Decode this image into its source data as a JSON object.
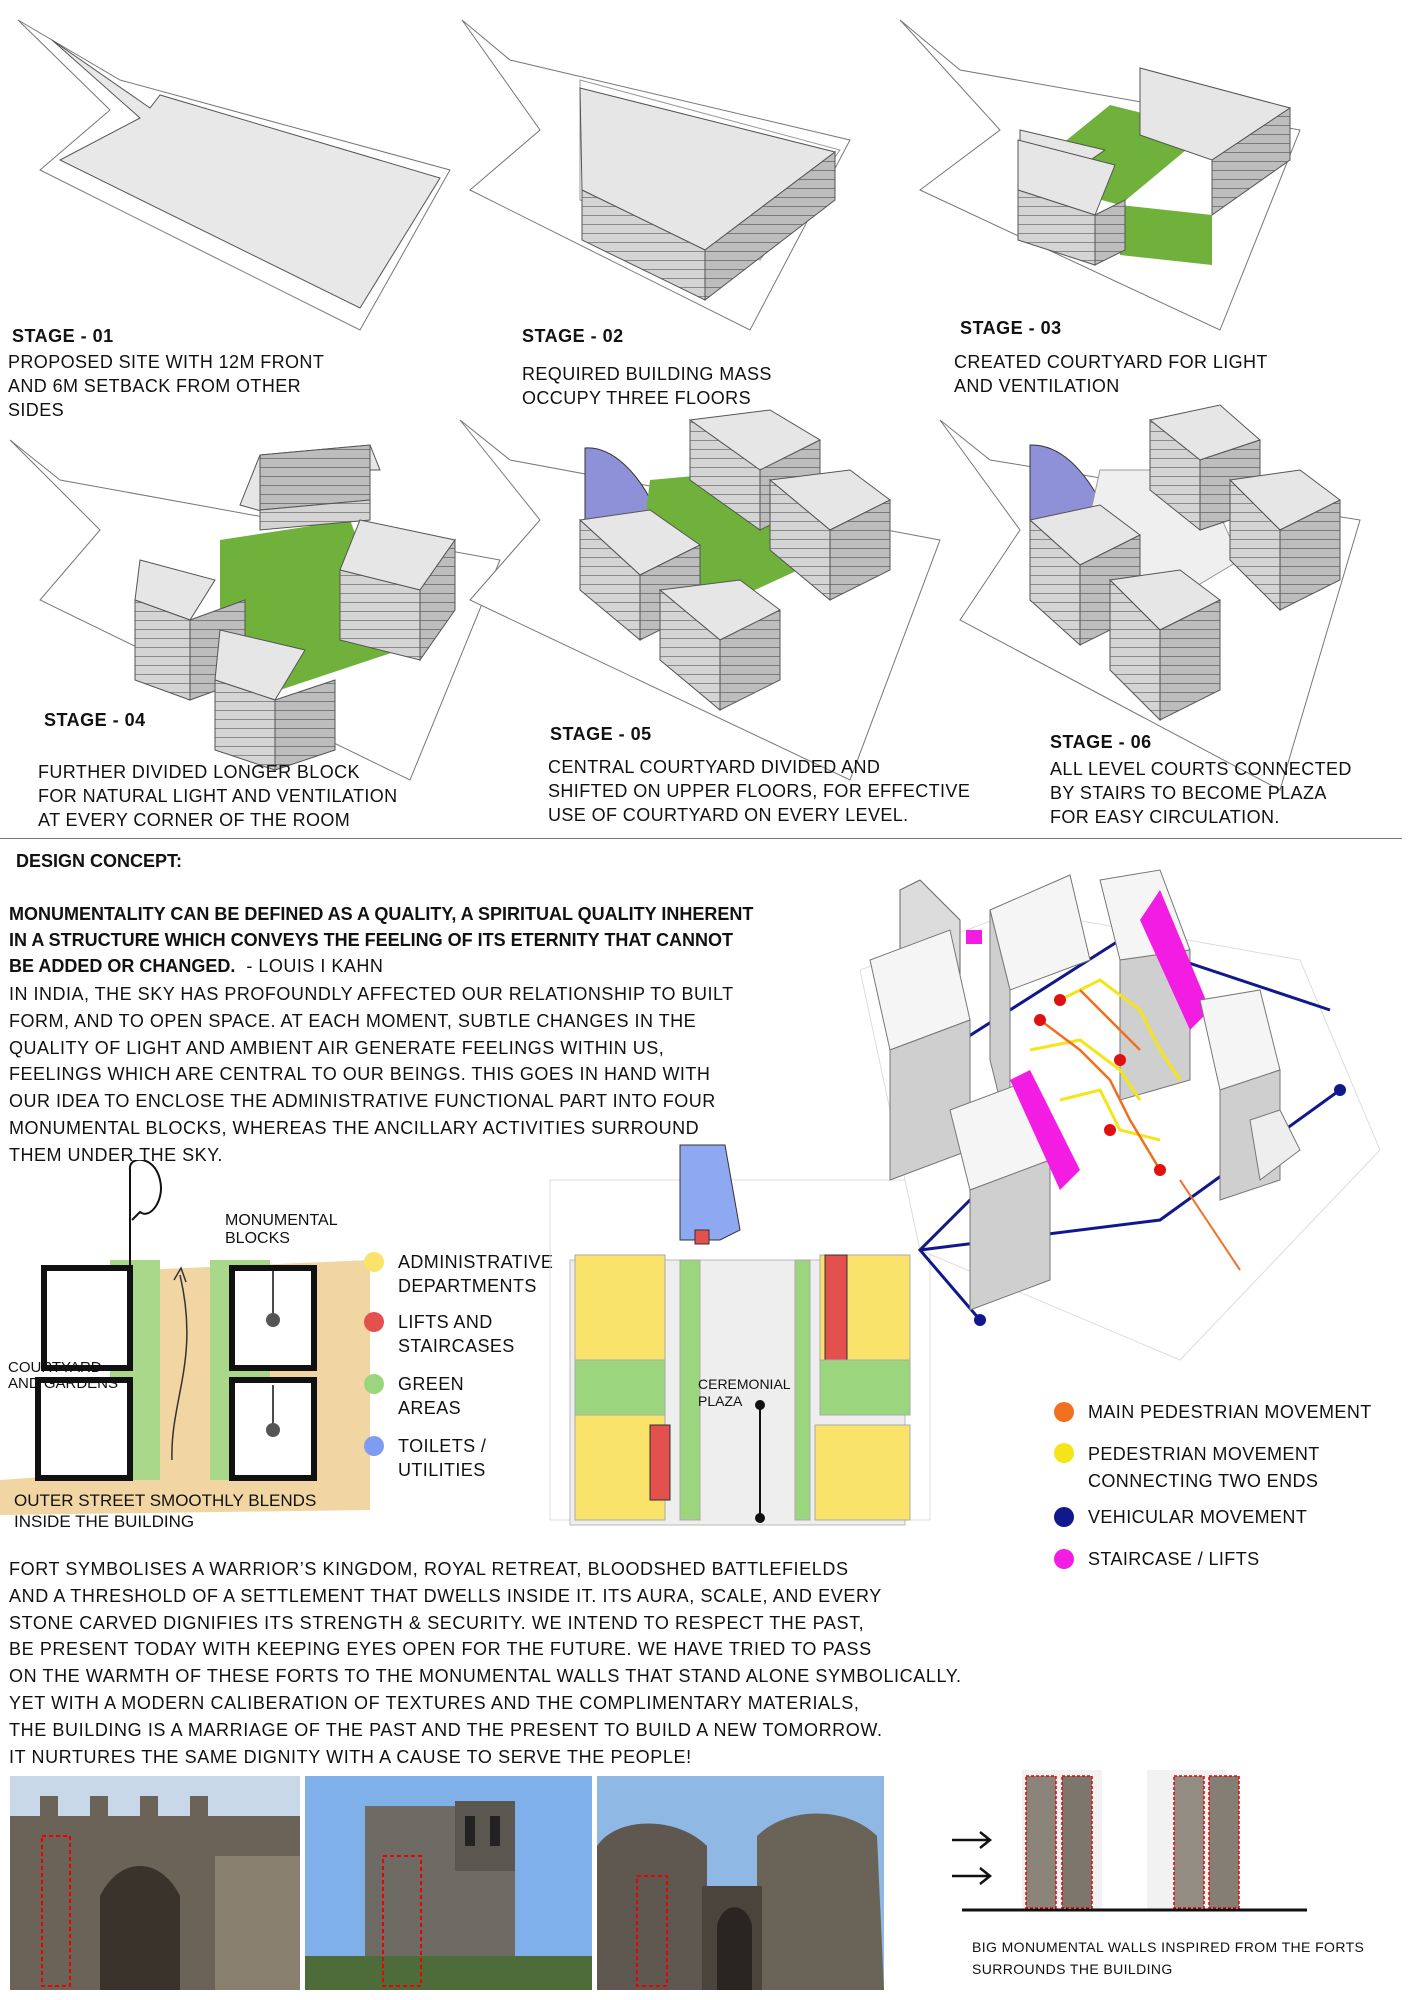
{
  "stages": [
    {
      "title": "STAGE - 01",
      "desc": "PROPOSED SITE WITH 12M FRONT\nAND 6M SETBACK FROM OTHER\nSIDES"
    },
    {
      "title": "STAGE - 02",
      "desc": "REQUIRED BUILDING MASS\nOCCUPY THREE FLOORS"
    },
    {
      "title": "STAGE - 03",
      "desc": "CREATED COURTYARD FOR LIGHT\nAND VENTILATION"
    },
    {
      "title": "STAGE - 04",
      "desc": "FURTHER DIVIDED LONGER BLOCK\nFOR NATURAL LIGHT AND VENTILATION\nAT EVERY CORNER OF THE ROOM"
    },
    {
      "title": "STAGE - 05",
      "desc": "CENTRAL COURTYARD DIVIDED AND\nSHIFTED ON UPPER FLOORS, FOR EFFECTIVE\nUSE OF COURTYARD ON EVERY LEVEL."
    },
    {
      "title": "STAGE - 06",
      "desc": "ALL LEVEL COURTS CONNECTED\nBY STAIRS TO BECOME PLAZA\nFOR EASY CIRCULATION."
    }
  ],
  "concept": {
    "heading": "DESIGN CONCEPT:",
    "quote_bold": "MONUMENTALITY CAN BE DEFINED AS A QUALITY, A SPIRITUAL QUALITY INHERENT IN A STRUCTURE WHICH CONVEYS THE FEELING OF ITS ETERNITY THAT CANNOT BE ADDED OR CHANGED.",
    "quote_author": "  - LOUIS I KAHN",
    "paragraph": "IN INDIA, THE SKY HAS PROFOUNDLY AFFECTED OUR RELATIONSHIP TO BUILT FORM, AND TO OPEN SPACE. AT EACH MOMENT, SUBTLE CHANGES IN THE QUALITY OF LIGHT AND AMBIENT AIR GENERATE FEELINGS WITHIN US, FEELINGS WHICH ARE CENTRAL TO OUR BEINGS. THIS GOES IN HAND WITH OUR IDEA TO ENCLOSE THE ADMINISTRATIVE FUNCTIONAL PART INTO FOUR MONUMENTAL BLOCKS, WHEREAS THE ANCILLARY ACTIVITIES SURROUND THEM UNDER THE SKY."
  },
  "sketch": {
    "monumental": "MONUMENTAL\nBLOCKS",
    "courtyard": "COURTYARD\nAND GARDENS",
    "street": "OUTER STREET SMOOTHLY BLENDS\nINSIDE THE BUILDING"
  },
  "plan_legend": [
    {
      "label": "ADMINISTRATIVE\nDEPARTMENTS",
      "color": "#f9e36a"
    },
    {
      "label": "LIFTS AND\nSTAIRCASES",
      "color": "#e2514d"
    },
    {
      "label": "GREEN\nAREAS",
      "color": "#9bd67e"
    },
    {
      "label": "TOILETS /\nUTILITIES",
      "color": "#7e9cf2"
    }
  ],
  "plan_label": "CEREMONIAL\nPLAZA",
  "movement_legend": [
    {
      "label": "MAIN PEDESTRIAN MOVEMENT",
      "color": "#f07020"
    },
    {
      "label": "PEDESTRIAN MOVEMENT\nCONNECTING TWO ENDS",
      "color": "#f4e418"
    },
    {
      "label": "VEHICULAR MOVEMENT",
      "color": "#10188c"
    },
    {
      "label": "STAIRCASE / LIFTS",
      "color": "#f21ce2"
    }
  ],
  "fort_paragraph": "FORT SYMBOLISES A WARRIOR’S KINGDOM, ROYAL RETREAT, BLOODSHED BATTLEFIELDS\nAND A THRESHOLD OF A SETTLEMENT THAT DWELLS INSIDE IT. ITS AURA, SCALE, AND EVERY\nSTONE CARVED DIGNIFIES ITS STRENGTH & SECURITY. WE INTEND TO RESPECT THE PAST,\nBE PRESENT TODAY WITH KEEPING EYES OPEN FOR THE FUTURE. WE HAVE TRIED TO PASS\nON THE WARMTH OF THESE FORTS TO THE MONUMENTAL WALLS THAT STAND ALONE SYMBOLICALLY.\nYET WITH A MODERN CALIBERATION OF TEXTURES AND THE COMPLIMENTARY MATERIALS,\nTHE BUILDING IS A MARRIAGE OF THE PAST AND THE PRESENT TO BUILD A NEW TOMORROW.\nIT NURTURES THE SAME DIGNITY WITH A CAUSE TO SERVE THE PEOPLE!",
  "walls_caption": "BIG MONUMENTAL WALLS INSPIRED FROM THE FORTS\nSURROUNDS THE BUILDING",
  "colors": {
    "green": "#6fb13a",
    "mass_top": "#e3e3e3",
    "mass_side": "#d2d2d2",
    "purple": "#8e91d8"
  }
}
